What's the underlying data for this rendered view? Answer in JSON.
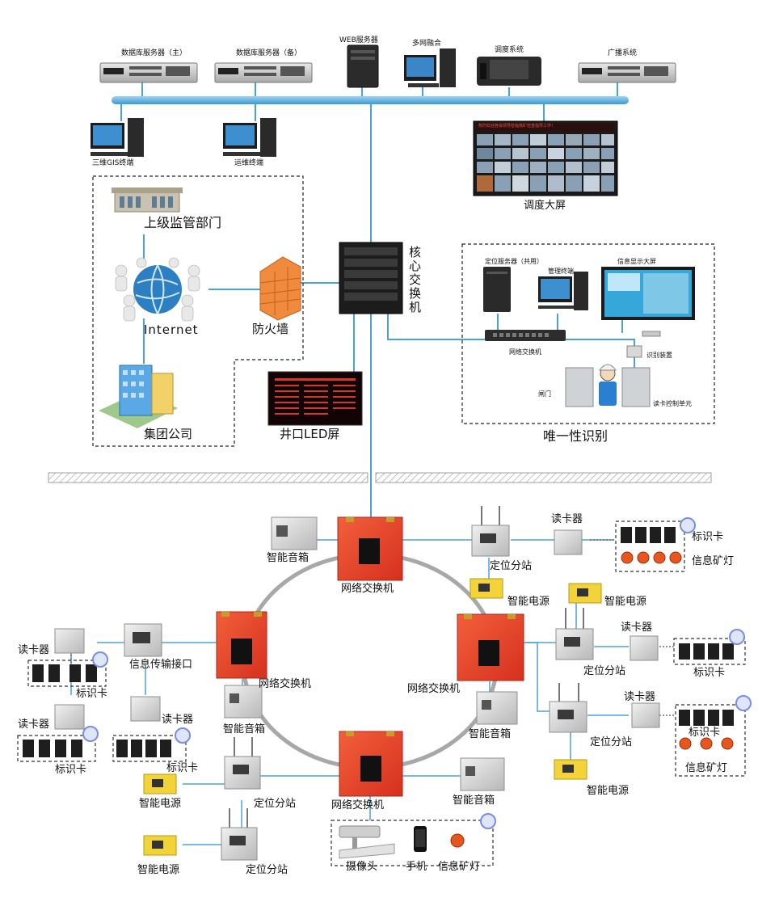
{
  "top": {
    "db_main": "数据库服务器（主）",
    "db_backup": "数据库服务器（备）",
    "web": "WEB服务器",
    "multi_net": "多网融合",
    "dispatch_sys": "调度系统",
    "broadcast": "广播系统",
    "gis_terminal": "三维GIS终端",
    "ops_terminal": "运维终端",
    "big_screen": "调度大屏",
    "big_screen_banner": "热烈欢迎各级领导莅临我矿检查指导工作！"
  },
  "left_box": {
    "supervisor": "上级监管部门",
    "internet": "Internet",
    "firewall": "防火墙",
    "group": "集团公司"
  },
  "center": {
    "core_switch": "核心交换机",
    "led_screen": "井口LED屏"
  },
  "right_box": {
    "title": "唯一性识别",
    "pos_server": "定位服务器（共用）",
    "mgmt_terminal": "管理终端",
    "info_screen": "信息显示大屏",
    "net_switch": "网络交换机",
    "recognizer": "识别装置",
    "gate": "闸门",
    "card_ctrl": "读卡控制单元"
  },
  "ring": {
    "switch_top": "网络交换机",
    "switch_left": "网络交换机",
    "switch_right": "网络交换机",
    "switch_bottom": "网络交换机",
    "speaker_tl": "智能音箱",
    "speaker_left": "智能音箱",
    "speaker_right": "智能音箱",
    "speaker_bottom": "智能音箱",
    "station_top": "定位分站",
    "station_right1": "定位分站",
    "station_right2": "定位分站",
    "station_bl1": "定位分站",
    "station_bl2": "定位分站",
    "power_top": "智能电源",
    "power_right_top": "智能电源",
    "power_right_bottom": "智能电源",
    "power_bl1": "智能电源",
    "power_bl2": "智能电源",
    "reader_top": "读卡器",
    "reader_right1": "读卡器",
    "reader_right2": "读卡器",
    "reader_left1": "读卡器",
    "reader_left2": "读卡器",
    "reader_left3": "读卡器",
    "card_top": "标识卡",
    "lamp_top": "信息矿灯",
    "card_right1": "标识卡",
    "card_right2": "标识卡",
    "lamp_right2": "信息矿灯",
    "card_left1": "标识卡",
    "card_left2": "标识卡",
    "card_left3": "标识卡",
    "info_interface": "信息传输接口",
    "camera": "摄像头",
    "phone": "手机",
    "lamp_bottom": "信息矿灯"
  }
}
